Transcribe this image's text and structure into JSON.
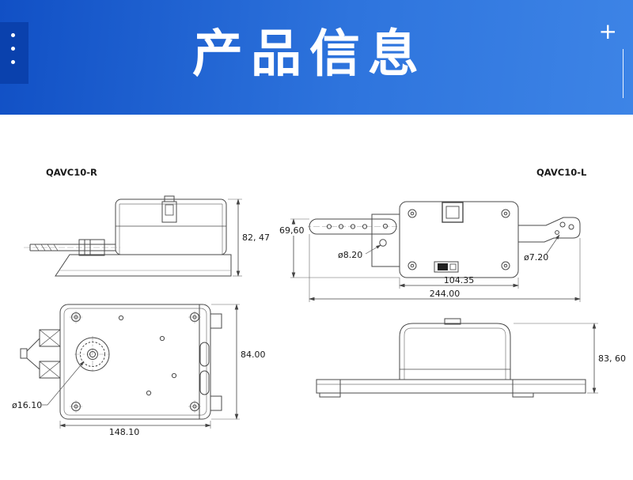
{
  "header": {
    "title": "产品信息",
    "plus_icon": "+",
    "menu_dots_icon": "vertical-ellipsis",
    "colors": {
      "banner_start": "#1150c5",
      "banner_end": "#3d84e6",
      "accent_block": "#0a41ad",
      "text": "#ffffff"
    }
  },
  "drawings": {
    "background": "#ffffff",
    "line_color": "#4a4a4a",
    "models": {
      "right": "QAVC10-R",
      "left": "QAVC10-L"
    },
    "side_view": {
      "height_dim": "82, 47"
    },
    "top_view": {
      "arm_height_dim": "69,60",
      "left_hole_dim": "ø8.20",
      "right_hole_dim": "ø7.20",
      "body_width_dim": "104.35",
      "overall_width_dim": "244.00"
    },
    "plan_view": {
      "shaft_dim": "ø16.10",
      "width_dim": "148.10",
      "height_dim": "84.00"
    },
    "front_view": {
      "height_dim": "83, 60"
    }
  }
}
